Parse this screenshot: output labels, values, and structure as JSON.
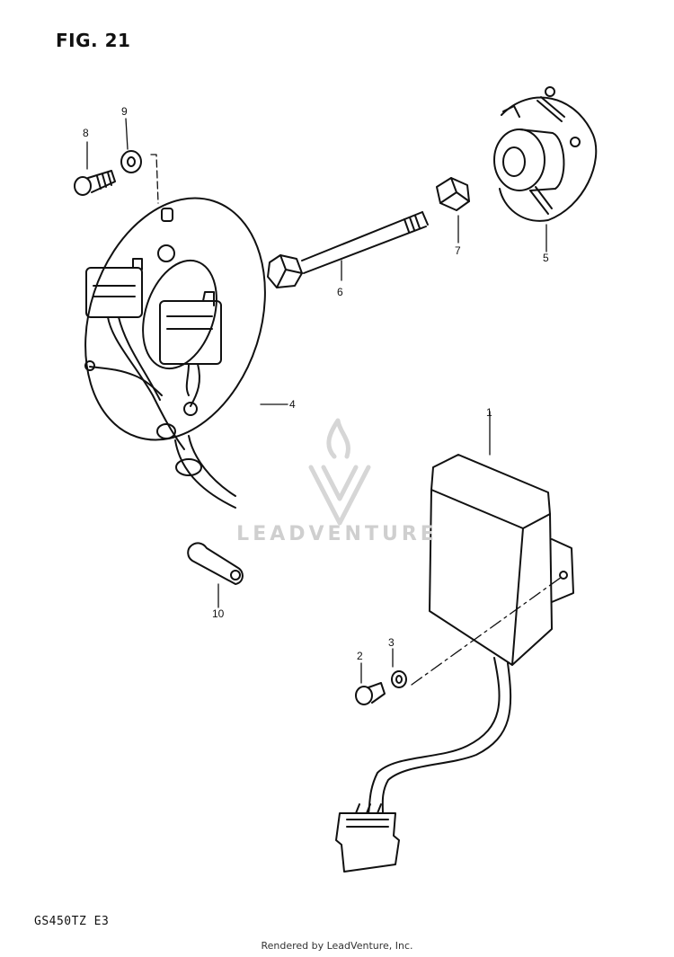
{
  "figure": {
    "title": "FIG. 21",
    "model_code": "GS450TZ E3",
    "render_credit": "Rendered by LeadVenture, Inc.",
    "watermark": "LEADVENTURE"
  },
  "callouts": [
    {
      "id": "1",
      "label": "1"
    },
    {
      "id": "2",
      "label": "2"
    },
    {
      "id": "3",
      "label": "3"
    },
    {
      "id": "4",
      "label": "4"
    },
    {
      "id": "5",
      "label": "5"
    },
    {
      "id": "6",
      "label": "6"
    },
    {
      "id": "7",
      "label": "7"
    },
    {
      "id": "8",
      "label": "8"
    },
    {
      "id": "9",
      "label": "9"
    },
    {
      "id": "10",
      "label": "10"
    }
  ]
}
